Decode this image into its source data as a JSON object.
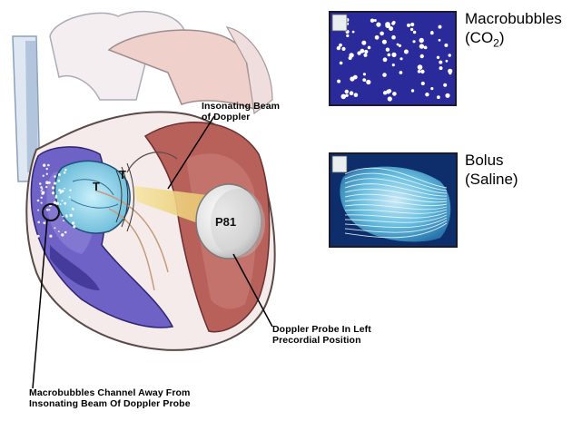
{
  "callouts": {
    "insonating_beam": {
      "line1": "Insonating Beam",
      "line2": "of Doppler"
    },
    "probe_position": {
      "line1": "Doppler Probe In Left",
      "line2": "Precordial Position"
    },
    "channel_away": {
      "line1": "Macrobubbles Channel Away From",
      "line2": "Insonating Beam Of Doppler Probe"
    }
  },
  "heart_labels": {
    "t_left": "T",
    "t_right": "T"
  },
  "probe": {
    "label": "P81"
  },
  "panels": {
    "macrobubbles": {
      "line1": "Macrobubbles",
      "line2_prefix": "(CO",
      "line2_sub": "2",
      "line2_suffix": ")"
    },
    "bolus": {
      "line1": "Bolus",
      "line2": "(Saline)"
    }
  },
  "colors": {
    "panel_blue": "#2a2a9a",
    "panel_border": "#1a1a2a",
    "atrium_blue": "#6e62c6",
    "ventricle_red": "#b8605a",
    "aorta_pink": "#f0c9c4",
    "beam_yellow": "#f1d56a",
    "bolus_cyan": "#6ec6e6"
  }
}
